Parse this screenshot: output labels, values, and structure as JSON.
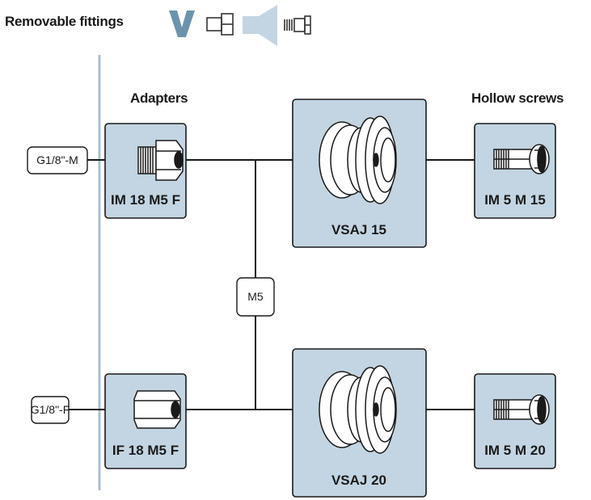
{
  "header": {
    "title": "Removable fittings"
  },
  "sections": {
    "adapters": "Adapters",
    "hollow_screws": "Hollow screws"
  },
  "components": {
    "adapter_male": "IM 18 M5 F",
    "adapter_female": "IF 18 M5 F",
    "cup_small": "VSAJ 15",
    "cup_large": "VSAJ 20",
    "screw_small": "IM 5 M 15",
    "screw_large": "IM 5 M 20"
  },
  "ports": {
    "inlet_male": "G1/8\"-M",
    "inlet_female": "G1/8\"-F",
    "center": "M5"
  },
  "colors": {
    "box_fill": "#c3d5e2",
    "accent": "#6c93ad",
    "line": "#1a1a1a",
    "rule": "#a9c0d0"
  },
  "icons": [
    "v-letter-icon",
    "fitting-outline-icon",
    "suction-cup-icon",
    "threaded-fitting-icon"
  ]
}
